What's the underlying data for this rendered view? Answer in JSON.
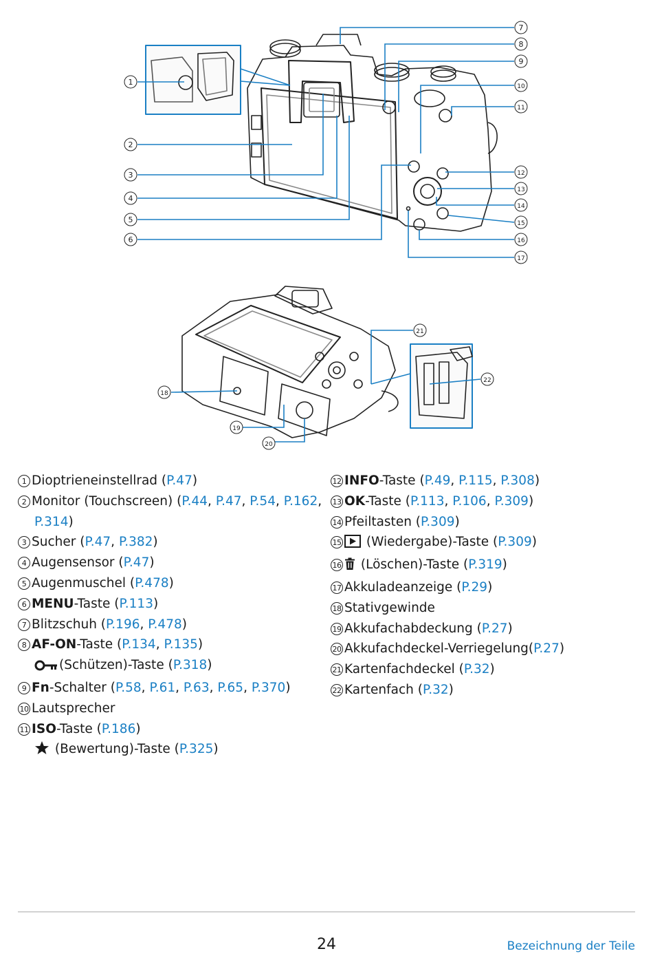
{
  "diagram_top": {
    "labels": [
      "1",
      "2",
      "3",
      "4",
      "5",
      "6",
      "7",
      "8",
      "9",
      "10",
      "11",
      "12",
      "13",
      "14",
      "15",
      "16",
      "17"
    ]
  },
  "diagram_bottom": {
    "labels": [
      "18",
      "19",
      "20",
      "21",
      "22"
    ]
  },
  "parts": {
    "p1": {
      "num": "1",
      "label": "Dioptrieneinstellrad",
      "refs": [
        "P.47"
      ]
    },
    "p2": {
      "num": "2",
      "label": "Monitor (Touchscreen)",
      "refs": [
        "P.44",
        "P.47",
        "P.54",
        "P.162",
        "P.314"
      ]
    },
    "p3": {
      "num": "3",
      "label": "Sucher",
      "refs": [
        "P.47",
        "P.382"
      ]
    },
    "p4": {
      "num": "4",
      "label": "Augensensor",
      "refs": [
        "P.47"
      ]
    },
    "p5": {
      "num": "5",
      "label": "Augenmuschel",
      "refs": [
        "P.478"
      ]
    },
    "p6": {
      "num": "6",
      "bold": "MENU",
      "label": "-Taste",
      "refs": [
        "P.113"
      ]
    },
    "p7": {
      "num": "7",
      "label": "Blitzschuh",
      "refs": [
        "P.196",
        "P.478"
      ]
    },
    "p8": {
      "num": "8",
      "bold": "AF-ON",
      "label": "-Taste",
      "refs": [
        "P.134",
        "P.135"
      ],
      "sub": {
        "label": "(Schützen)-Taste",
        "icon": "key-icon",
        "refs": [
          "P.318"
        ]
      }
    },
    "p9": {
      "num": "9",
      "bold": "Fn",
      "label": "-Schalter",
      "refs": [
        "P.58",
        "P.61",
        "P.63",
        "P.65",
        "P.370"
      ]
    },
    "p10": {
      "num": "10",
      "label": "Lautsprecher"
    },
    "p11": {
      "num": "11",
      "bold": "ISO",
      "label": "-Taste",
      "refs": [
        "P.186"
      ],
      "sub": {
        "label": " (Bewertung)-Taste",
        "icon": "star-icon",
        "refs": [
          "P.325"
        ]
      }
    },
    "p12": {
      "num": "12",
      "bold": "INFO",
      "label": "-Taste",
      "refs": [
        "P.49",
        "P.115",
        "P.308"
      ]
    },
    "p13": {
      "num": "13",
      "bold": "OK",
      "label": "-Taste",
      "refs": [
        "P.113",
        "P.106",
        "P.309"
      ]
    },
    "p14": {
      "num": "14",
      "label": "Pfeiltasten",
      "refs": [
        "P.309"
      ]
    },
    "p15": {
      "num": "15",
      "label": " (Wiedergabe)-Taste",
      "icon": "playback-icon",
      "refs": [
        "P.309"
      ]
    },
    "p16": {
      "num": "16",
      "label": " (Löschen)-Taste",
      "icon": "trash-icon",
      "refs": [
        "P.319"
      ]
    },
    "p17": {
      "num": "17",
      "label": "Akkuladeanzeige",
      "refs": [
        "P.29"
      ]
    },
    "p18": {
      "num": "18",
      "label": "Stativgewinde"
    },
    "p19": {
      "num": "19",
      "label": "Akkufachabdeckung",
      "refs": [
        "P.27"
      ]
    },
    "p20": {
      "num": "20",
      "label": "Akkufachdeckel-Verriegelung",
      "refs": [
        "P.27"
      ]
    },
    "p21": {
      "num": "21",
      "label": "Kartenfachdeckel",
      "refs": [
        "P.32"
      ]
    },
    "p22": {
      "num": "22",
      "label": "Kartenfach",
      "refs": [
        "P.32"
      ]
    }
  },
  "footer": {
    "page_number": "24",
    "section_title": "Bezeichnung der Teile"
  },
  "colors": {
    "link": "#1a7fc4",
    "callout_line": "#1a7fc4",
    "text": "#1a1a1a"
  }
}
